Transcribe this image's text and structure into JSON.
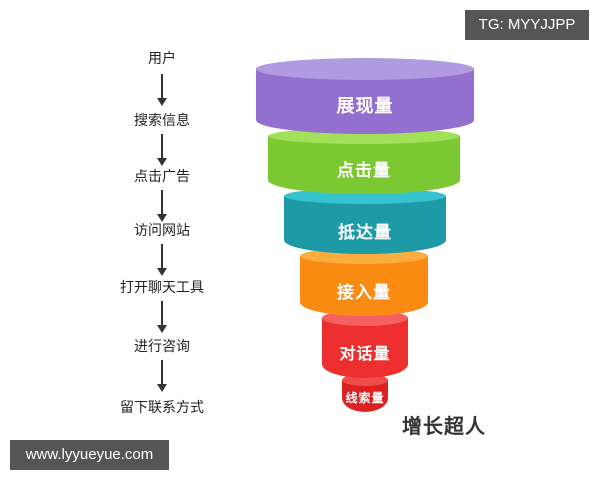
{
  "flow": {
    "steps": [
      "用户",
      "搜索信息",
      "点击广告",
      "访问网站",
      "打开聊天工具",
      "进行咨询",
      "留下联系方式"
    ]
  },
  "funnel": {
    "tiers": [
      {
        "label": "展现量",
        "color": "#9370d0",
        "top_color": "#b09be0"
      },
      {
        "label": "点击量",
        "color": "#7cc832",
        "top_color": "#a3e05a"
      },
      {
        "label": "抵达量",
        "color": "#1e9aa6",
        "top_color": "#34c3cf"
      },
      {
        "label": "接入量",
        "color": "#f98b12",
        "top_color": "#fbae3e"
      },
      {
        "label": "对话量",
        "color": "#ee2f2f",
        "top_color": "#f56060"
      },
      {
        "label": "线索量",
        "color": "#dd2020",
        "top_color": "#f04c4c"
      }
    ]
  },
  "logo": {
    "text": "增长超人"
  },
  "watermarks": {
    "top_right": "TG: MYYJJPP",
    "bottom_left": "www.lyyueyue.com"
  }
}
